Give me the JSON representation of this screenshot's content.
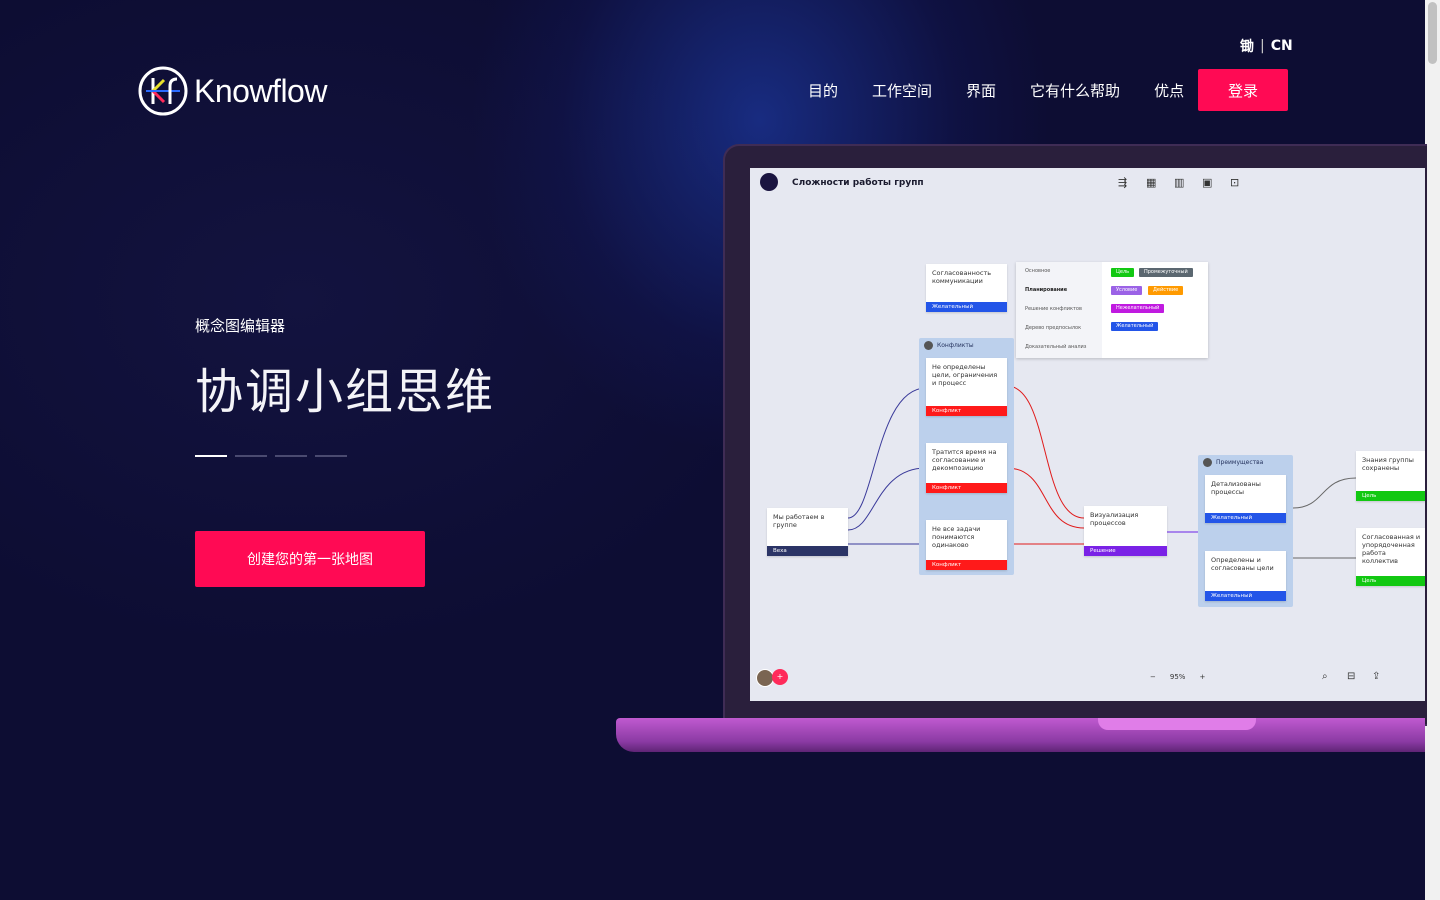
{
  "header": {
    "lang_icon": "锄",
    "lang_current": "CN",
    "brand": "Knowflow",
    "nav": [
      "目的",
      "工作空间",
      "界面",
      "它有什么帮助",
      "优点"
    ],
    "login": "登录"
  },
  "hero": {
    "eyebrow": "概念图编辑器",
    "headline": "协调小组思维",
    "slides_total": 4,
    "slide_active": 1,
    "cta": "创建您的第一张地图"
  },
  "app": {
    "title": "Сложности работы групп",
    "zoom": "95%",
    "nodes": {
      "top": "Согласованность коммуникации",
      "top_tag": "Желательный",
      "group1": "Конфликты",
      "n1": "Не определены цели, ограничения и процесс",
      "n2": "Тратится время на согласование и декомпозицию",
      "n3": "Не все задачи понимаются одинаково",
      "conflict": "Конфликт",
      "start": "Мы работаем в группе",
      "start_tag": "Веха",
      "mid": "Визуализация процессов",
      "mid_tag": "Решение",
      "group2": "Преимущества",
      "r1": "Детализованы процессы",
      "r2": "Определены и согласованы цели",
      "desired": "Желательный",
      "o1": "Знания группы сохранены",
      "o2": "Согласованная и упорядоченная работа коллектив",
      "goal": "Цель"
    },
    "legend": {
      "menu": [
        "Основное",
        "Планирование",
        "Решение конфликтов",
        "Дерево предпосылок",
        "Доказательный анализ"
      ],
      "chips": [
        "Цель",
        "Промежуточный",
        "Условие",
        "Действие",
        "Нежелательный",
        "Желательный"
      ]
    },
    "colors": {
      "desired": "#2355e8",
      "conflict": "#ff1a1a",
      "goal": "#12c812",
      "solution": "#7a22e6",
      "milestone": "#2b3466"
    }
  }
}
